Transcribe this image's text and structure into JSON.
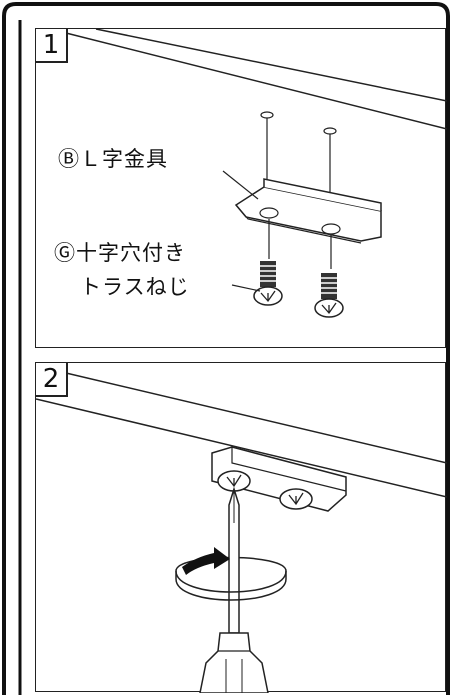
{
  "step1": {
    "number": "1",
    "label_bracket": "ⒷＬ字金具",
    "label_screw_line1": "Ⓖ十字穴付き",
    "label_screw_line2": "トラスねじ"
  },
  "step2": {
    "number": "2"
  }
}
